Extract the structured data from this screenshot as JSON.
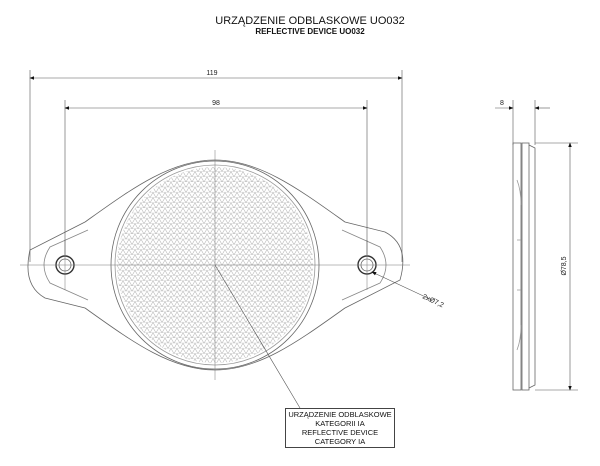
{
  "title": "URZĄDZENIE ODBLASKOWE UO032",
  "subtitle": "REFLECTIVE DEVICE UO032",
  "dimensions": {
    "overall_width": "119",
    "hole_spacing": "98",
    "thickness": "8",
    "diameter": "Ø78,5",
    "holes": "2xØ7,2"
  },
  "callout": {
    "line1": "URZĄDZENIE ODBLASKOWE",
    "line2": "KATEGORII IA",
    "line3": "REFLECTIVE DEVICE",
    "line4": "CATEGORY IA"
  }
}
